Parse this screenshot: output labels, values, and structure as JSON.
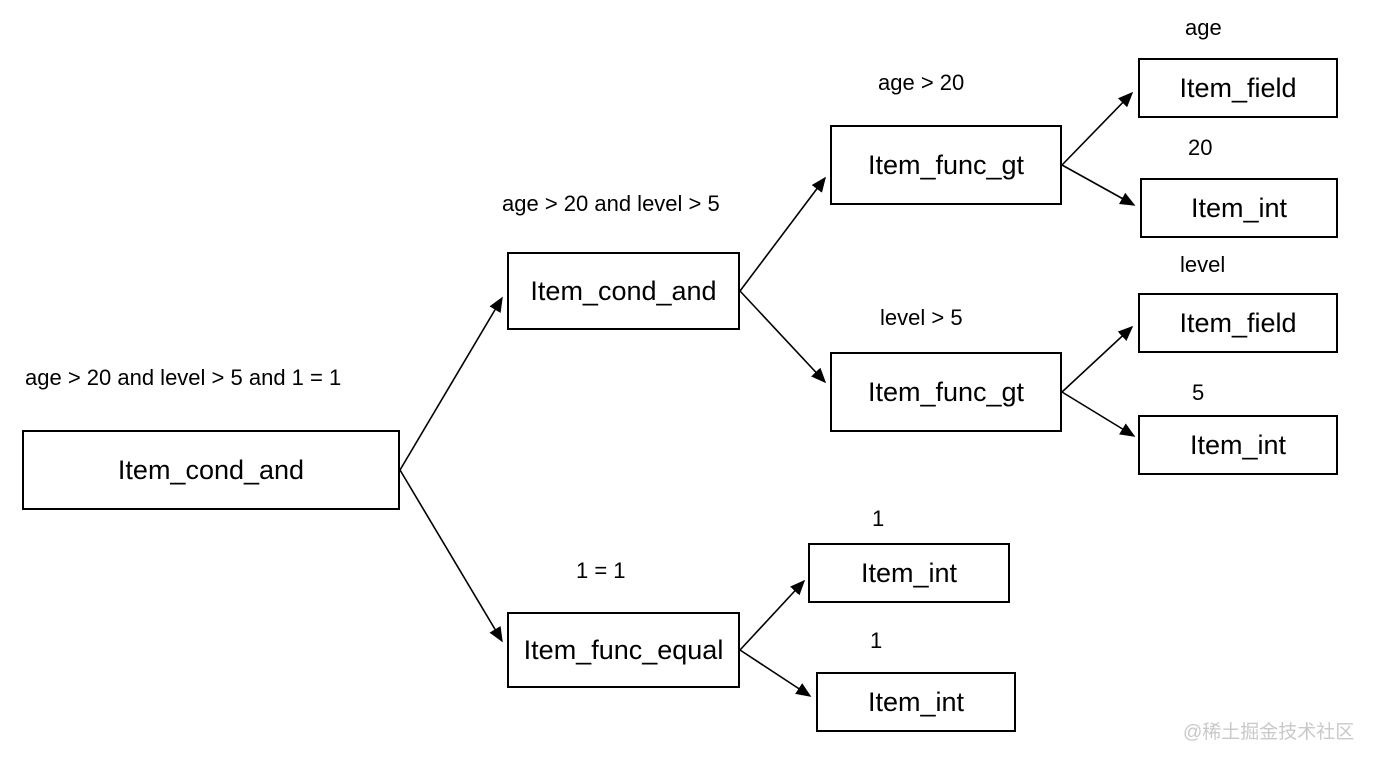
{
  "watermark": {
    "text": "@稀土掘金技术社区"
  },
  "colors": {
    "background": "#ffffff",
    "box_fill": "#ffffff",
    "box_border": "#000000",
    "line": "#000000",
    "watermark": "#c9c9c9"
  },
  "diagram": {
    "type": "expression-parse-tree",
    "root_expression": "age > 20 and level > 5 and 1 = 1",
    "nodes": [
      {
        "id": "root_cond_and",
        "label": "Item_cond_and",
        "annotation": "age > 20 and level > 5 and 1 = 1"
      },
      {
        "id": "cond_and_2",
        "label": "Item_cond_and",
        "annotation": "age > 20 and level > 5"
      },
      {
        "id": "func_gt_age",
        "label": "Item_func_gt",
        "annotation": "age > 20"
      },
      {
        "id": "field_age",
        "label": "Item_field",
        "annotation": "age"
      },
      {
        "id": "int_20",
        "label": "Item_int",
        "annotation": "20"
      },
      {
        "id": "func_gt_level",
        "label": "Item_func_gt",
        "annotation": "level > 5"
      },
      {
        "id": "field_level",
        "label": "Item_field",
        "annotation": "level"
      },
      {
        "id": "int_5",
        "label": "Item_int",
        "annotation": "5"
      },
      {
        "id": "func_equal",
        "label": "Item_func_equal",
        "annotation": "1 = 1"
      },
      {
        "id": "int_1_first",
        "label": "Item_int",
        "annotation": "1"
      },
      {
        "id": "int_1_second",
        "label": "Item_int",
        "annotation": "1"
      }
    ],
    "edges": [
      {
        "from": "root_cond_and",
        "to": "cond_and_2"
      },
      {
        "from": "root_cond_and",
        "to": "func_equal"
      },
      {
        "from": "cond_and_2",
        "to": "func_gt_age"
      },
      {
        "from": "cond_and_2",
        "to": "func_gt_level"
      },
      {
        "from": "func_gt_age",
        "to": "field_age"
      },
      {
        "from": "func_gt_age",
        "to": "int_20"
      },
      {
        "from": "func_gt_level",
        "to": "field_level"
      },
      {
        "from": "func_gt_level",
        "to": "int_5"
      },
      {
        "from": "func_equal",
        "to": "int_1_first"
      },
      {
        "from": "func_equal",
        "to": "int_1_second"
      }
    ]
  }
}
